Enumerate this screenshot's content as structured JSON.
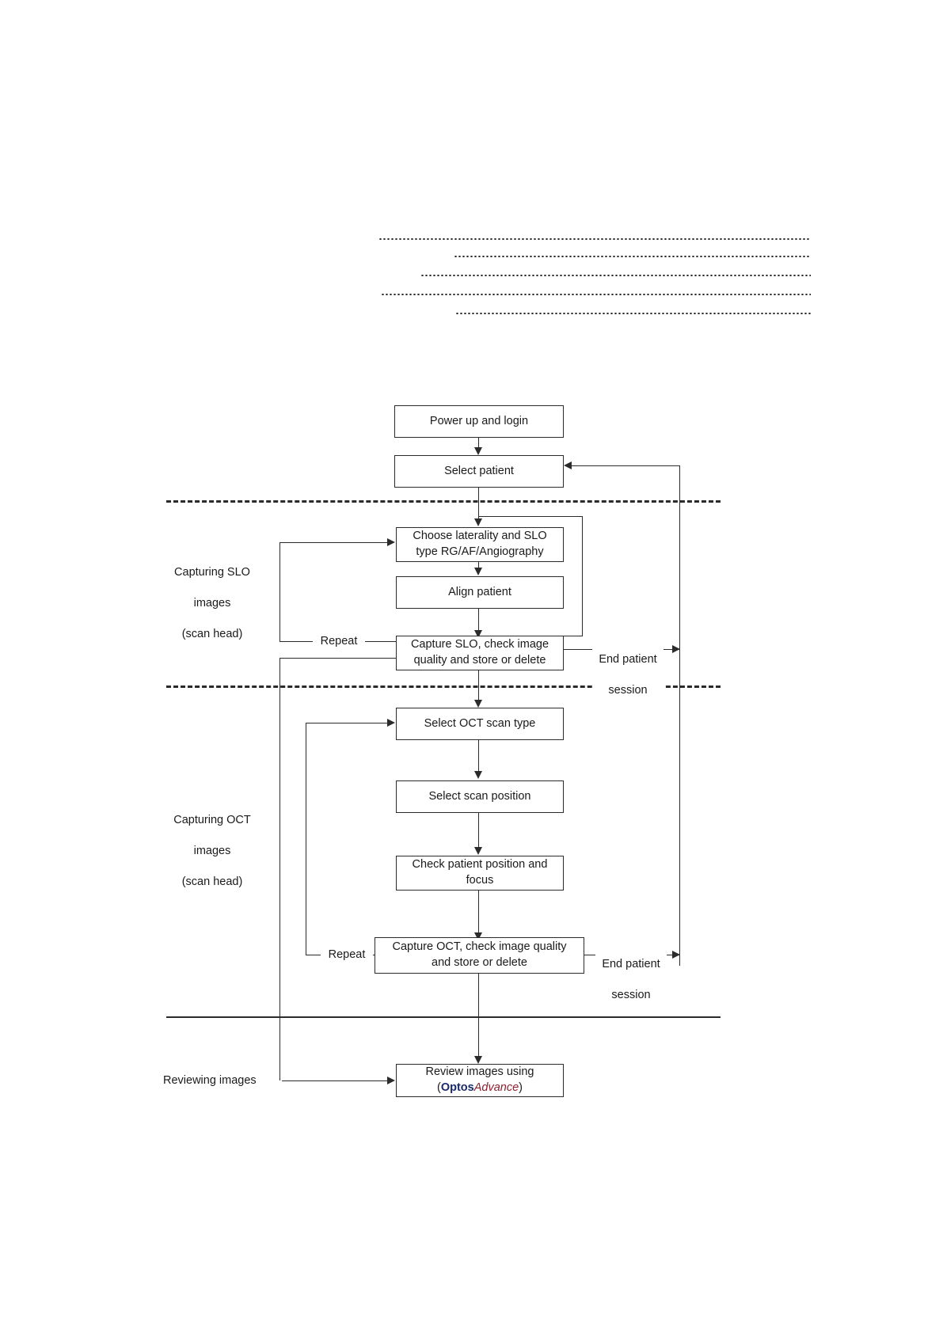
{
  "document": {
    "title": "Optos SLO/OCT workflow flowchart",
    "leader_lines": [
      {
        "id": "leader-1"
      },
      {
        "id": "leader-2"
      },
      {
        "id": "leader-3"
      },
      {
        "id": "leader-4"
      },
      {
        "id": "leader-5"
      }
    ]
  },
  "chart_data": {
    "type": "diagram",
    "subtype": "flowchart",
    "title": "Optos scan-head capture and review workflow",
    "orientation": "top-to-bottom",
    "nodes": [
      {
        "id": "power-up-login",
        "label": "Power up and login"
      },
      {
        "id": "select-patient",
        "label": "Select patient"
      },
      {
        "id": "choose-laterality",
        "label": "Choose laterality and SLO type RG/AF/Angiography"
      },
      {
        "id": "align-patient",
        "label": "Align patient"
      },
      {
        "id": "capture-slo",
        "label": "Capture SLO, check image quality and store or delete"
      },
      {
        "id": "select-oct-scan-type",
        "label": "Select OCT scan type"
      },
      {
        "id": "select-scan-position",
        "label": "Select scan position"
      },
      {
        "id": "check-position-focus",
        "label": "Check patient position and focus"
      },
      {
        "id": "capture-oct",
        "label": "Capture OCT, check image quality and store or delete"
      },
      {
        "id": "review-images",
        "label": "Review images using"
      }
    ],
    "edge_labels": [
      {
        "id": "repeat-slo",
        "label": "Repeat"
      },
      {
        "id": "end-session-slo",
        "label": "End patient session"
      },
      {
        "id": "repeat-oct",
        "label": "Repeat"
      },
      {
        "id": "end-session-oct",
        "label": "End patient session"
      }
    ],
    "swimlanes": [
      {
        "id": "lane-slo",
        "label": "Capturing SLO images (scan head)"
      },
      {
        "id": "lane-oct",
        "label": "Capturing OCT images (scan head)"
      },
      {
        "id": "lane-review",
        "label": "Reviewing images"
      }
    ],
    "edges": [
      {
        "from": "power-up-login",
        "to": "select-patient"
      },
      {
        "from": "select-patient",
        "to": "choose-laterality"
      },
      {
        "from": "choose-laterality",
        "to": "align-patient"
      },
      {
        "from": "align-patient",
        "to": "capture-slo"
      },
      {
        "from": "choose-laterality",
        "to": "capture-slo",
        "style": "bypass-right"
      },
      {
        "from": "capture-slo",
        "to": "choose-laterality",
        "label": "Repeat"
      },
      {
        "from": "capture-slo",
        "to": "select-patient",
        "label": "End patient session"
      },
      {
        "from": "capture-slo",
        "to": "select-oct-scan-type"
      },
      {
        "from": "capture-slo",
        "to": "review-images"
      },
      {
        "from": "select-oct-scan-type",
        "to": "select-scan-position"
      },
      {
        "from": "select-scan-position",
        "to": "check-position-focus"
      },
      {
        "from": "check-position-focus",
        "to": "capture-oct"
      },
      {
        "from": "capture-oct",
        "to": "select-oct-scan-type",
        "label": "Repeat"
      },
      {
        "from": "capture-oct",
        "to": "select-patient",
        "label": "End patient session"
      },
      {
        "from": "capture-oct",
        "to": "review-images"
      }
    ]
  },
  "nodes": {
    "power_up_login": "Power up and login",
    "select_patient": "Select patient",
    "choose_laterality_line1": "Choose laterality and SLO",
    "choose_laterality_line2": "type RG/AF/Angiography",
    "align_patient": "Align patient",
    "capture_slo_line1": "Capture SLO, check image",
    "capture_slo_line2": "quality and store or delete",
    "select_oct_scan_type": "Select OCT scan type",
    "select_scan_position": "Select scan position",
    "check_position_line1": "Check patient position and",
    "check_position_line2": "focus",
    "capture_oct_line1": "Capture OCT, check image quality",
    "capture_oct_line2": "and store or delete",
    "review_images_line1": "Review images using",
    "review_brand_open": "(",
    "review_brand_optos": "Optos",
    "review_brand_advance": "Advance",
    "review_brand_close": ")"
  },
  "lanes": {
    "slo_line1": "Capturing SLO",
    "slo_line2": "images",
    "slo_line3": "(scan head)",
    "oct_line1": "Capturing OCT",
    "oct_line2": "images",
    "oct_line3": "(scan head)",
    "review_label": "Reviewing images"
  },
  "edge_labels": {
    "repeat_slo": "Repeat",
    "repeat_oct": "Repeat",
    "end_session_slo_line1": "End patient",
    "end_session_slo_line2": "session",
    "end_session_oct_line1": "End patient",
    "end_session_oct_line2": "session"
  },
  "colors": {
    "stroke": "#2b2b2b",
    "text": "#1a1a1a",
    "brand_optos": "#1b2a6b",
    "brand_advance": "#8d2030",
    "background": "#ffffff"
  }
}
